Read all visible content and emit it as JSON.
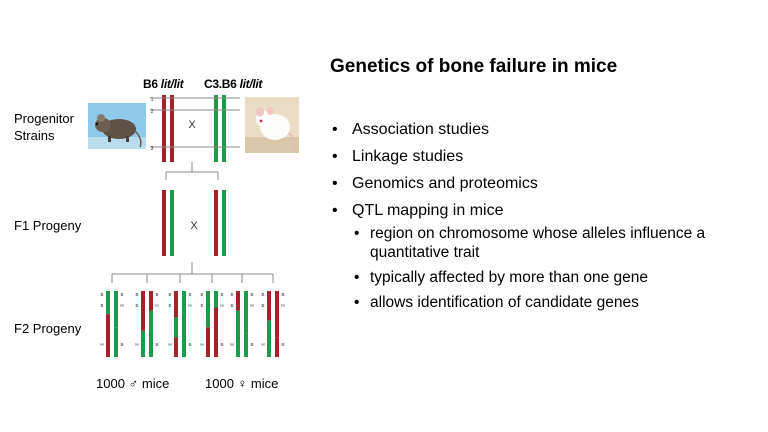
{
  "slide": {
    "title": "Genetics of bone failure in mice",
    "bullets": [
      "Association studies",
      "Linkage studies",
      "Genomics and proteomics",
      "QTL mapping in mice"
    ],
    "sub_bullets": [
      "region on chromosome whose alleles influence a quantitative trait",
      "typically affected by more than one gene",
      "allows identification of candidate genes"
    ]
  },
  "diagram": {
    "strain_left": {
      "name": "B6",
      "genotype": "lit/lit"
    },
    "strain_right": {
      "name": "C3.B6",
      "genotype": "lit/lit"
    },
    "row_labels": {
      "progenitor": "Progenitor Strains",
      "f1": "F1 Progeny",
      "f2": "F2 Progeny"
    },
    "cross_symbol": "X",
    "locus_numbers": [
      "1",
      "2",
      "3"
    ],
    "allele_left": "B",
    "allele_right": "H",
    "male_count": "1000 ♂ mice",
    "female_count": "1000 ♀ mice",
    "colors": {
      "red": "#a3222b",
      "green": "#1e9a4c"
    }
  }
}
